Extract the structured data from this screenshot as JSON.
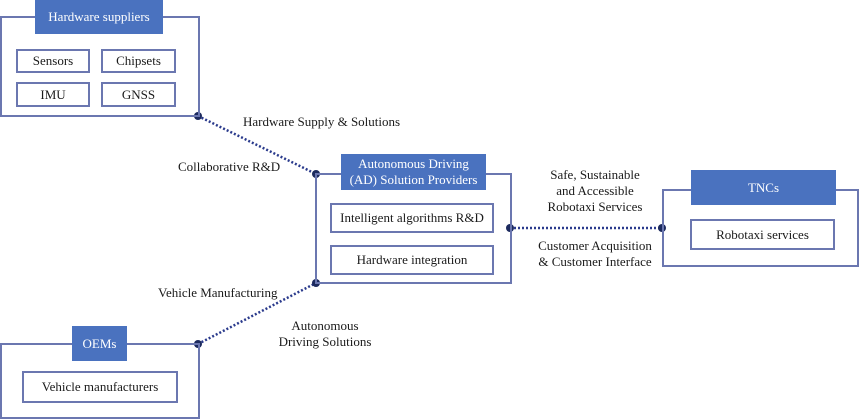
{
  "colors": {
    "header_fill": "#4a72bf",
    "frame_stroke": "#6b77b0",
    "connector": "#2a3a8c",
    "node": "#1c2a5e"
  },
  "groups": {
    "hardware": {
      "title": "Hardware suppliers",
      "items": [
        "Sensors",
        "Chipsets",
        "IMU",
        "GNSS"
      ]
    },
    "ad": {
      "title_line1": "Autonomous Driving",
      "title_line2": "(AD) Solution Providers",
      "items": [
        "Intelligent algorithms R&D",
        "Hardware integration"
      ]
    },
    "tnc": {
      "title": "TNCs",
      "items": [
        "Robotaxi services"
      ]
    },
    "oem": {
      "title": "OEMs",
      "items": [
        "Vehicle manufacturers"
      ]
    }
  },
  "links": {
    "hardware_ad": {
      "label_top": "Hardware Supply & Solutions",
      "label_bottom": "Collaborative R&D"
    },
    "ad_tnc": {
      "label_top": [
        "Safe, Sustainable",
        "and Accessible",
        "Robotaxi Services"
      ],
      "label_bottom": [
        "Customer Acquisition",
        "& Customer Interface"
      ]
    },
    "oem_ad": {
      "label_top": "Vehicle Manufacturing",
      "label_bottom": [
        "Autonomous",
        "Driving Solutions"
      ]
    }
  }
}
